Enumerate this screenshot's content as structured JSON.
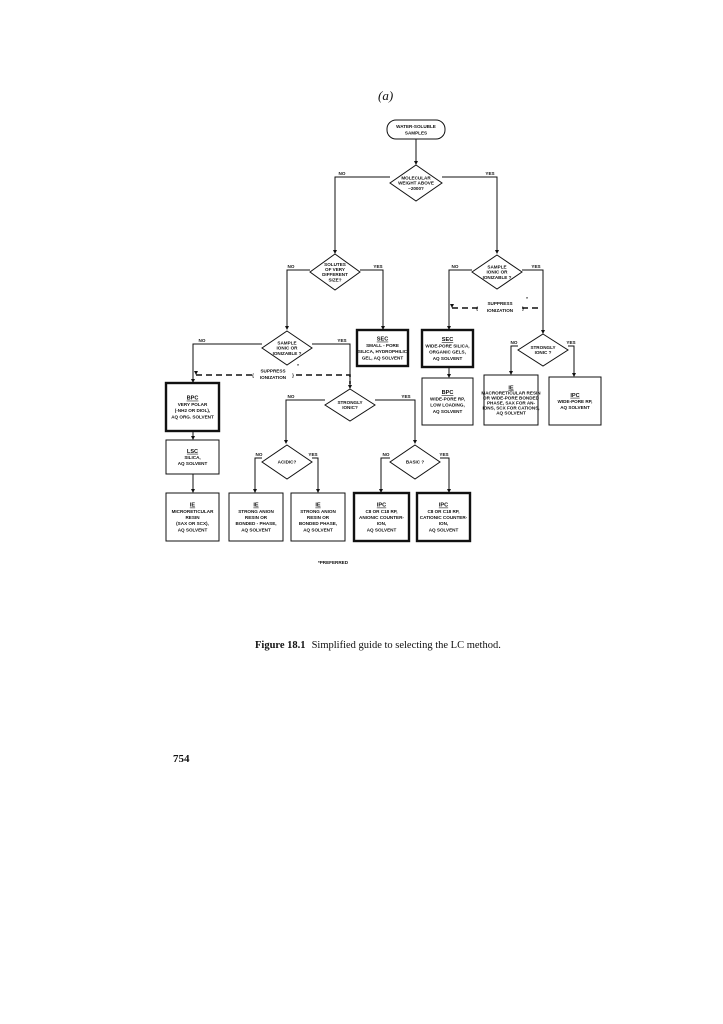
{
  "figure_label": "(a)",
  "flowchart": {
    "start": [
      "WATER-SOLUBLE",
      "SAMPLES"
    ],
    "d_mw": [
      "MOLECULAR",
      "WEIGHT ABOVE",
      "~2000?"
    ],
    "d_size": [
      "SOLUTES",
      "OF VERY",
      "DIFFERENT",
      "SIZE?"
    ],
    "d_ionic_right": [
      "SAMPLE",
      "IONIC OR",
      "IONIZABLE ?"
    ],
    "d_ionic_left": [
      "SAMPLE",
      "IONIC OR",
      "IONIZABLE ?"
    ],
    "d_strong_right": [
      "STRONGLY",
      "IONIC ?"
    ],
    "d_strong_left": [
      "STRONGLY",
      "IONIC?"
    ],
    "d_acidic": [
      "ACIDIC?"
    ],
    "d_basic": [
      "BASIC ?"
    ],
    "suppress": [
      "SUPPRESS",
      "IONIZATION"
    ],
    "asterisk": "*",
    "yes": "YES",
    "no": "NO",
    "boxes": {
      "sec_small": {
        "title": "SEC",
        "lines": [
          "SMALL - PORE",
          "SILICA, HYDROPHILIC",
          "GEL, AQ SOLVENT"
        ]
      },
      "sec_wide": {
        "title": "SEC",
        "lines": [
          "WIDE-PORE SILICA,",
          "ORGANIC GELS,",
          "AQ SOLVENT"
        ]
      },
      "bpc_wide": {
        "title": "BPC",
        "lines": [
          "WIDE-PORE RP,",
          "LOW LOADING,",
          "AQ SOLVENT"
        ]
      },
      "ie_macro": {
        "title": "IE",
        "lines": [
          "MACRORETICULAR RESIN",
          "OR WIDE-PORE BONDED",
          "PHASE, SAX FOR AN-",
          "IONS, SCX FOR CATIONS,",
          "AQ SOLVENT"
        ]
      },
      "ipc_wide": {
        "title": "IPC",
        "lines": [
          "WIDE-PORE RP,",
          "AQ SOLVENT"
        ]
      },
      "bpc_polar": {
        "title": "BPC",
        "lines": [
          "VERY POLAR",
          "(-NH2 OR DIOL),",
          "AQ ORG. SOLVENT"
        ]
      },
      "lsc": {
        "title": "LSC",
        "lines": [
          "SILICA,",
          "AQ SOLVENT"
        ]
      },
      "ie_micro": {
        "title": "IE",
        "lines": [
          "MICRORETICULAR",
          "RESIN",
          "(SAX OR SCX),",
          "AQ SOLVENT"
        ]
      },
      "ie_anion": {
        "title": "IE",
        "lines": [
          "STRONG ANION",
          "RESIN OR",
          "BONDED - PHASE,",
          "AQ SOLVENT"
        ]
      },
      "ie_anion2": {
        "title": "IE",
        "lines": [
          "STRONG ANION",
          "RESIN OR",
          "BONDED PHASE,",
          "AQ SOLVENT"
        ]
      },
      "ipc_anionic": {
        "title": "IPC",
        "lines": [
          "C8 OR C18 RP,",
          "ANIONIC COUNTER-",
          "ION,",
          "AQ SOLVENT"
        ]
      },
      "ipc_cationic": {
        "title": "IPC",
        "lines": [
          "C8 OR C18 RP,",
          "CATIONIC COUNTER-",
          "ION,",
          "AQ SOLVENT"
        ]
      }
    },
    "preferred_note": "*PREFERRED"
  },
  "caption": {
    "number": "Figure 18.1",
    "text": "Simplified guide to selecting the LC method."
  },
  "page_number": "754"
}
